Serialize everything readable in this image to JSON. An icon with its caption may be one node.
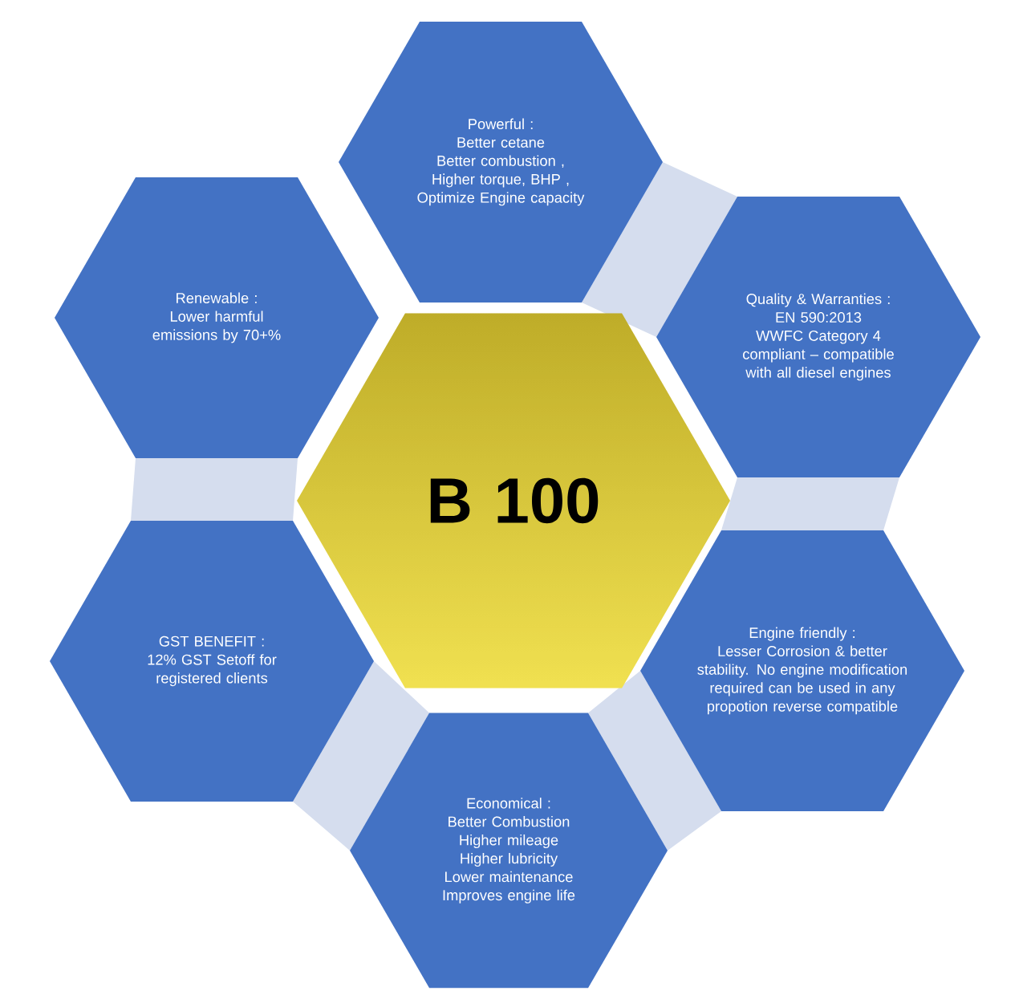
{
  "diagram": {
    "nodes": [
      {
        "text": [
          "B 100"
        ]
      },
      {
        "text": [
          "Powerful :",
          "Better cetane",
          "Better combustion ,",
          "Higher torque, BHP ,",
          "Optimize Engine capacity"
        ]
      },
      {
        "text": [
          "Quality & Warranties :",
          "EN 590:2013",
          "WWFC Category 4 compliant – compatible with all diesel engines"
        ]
      },
      {
        "text": [
          "Engine friendly :",
          "Lesser Corrosion & better stability. No engine modification required can be used in any propotion reverse compatible"
        ]
      },
      {
        "text": [
          "Economical :",
          "Better Combustion",
          "Higher mileage",
          "Higher lubricity",
          "Lower maintenance",
          "Improves engine life"
        ]
      },
      {
        "text": [
          "GST BENEFIT :",
          "12% GST Setoff for registered clients"
        ]
      },
      {
        "text": [
          "Renewable :",
          "Lower harmful emissions by 70+%"
        ]
      }
    ]
  }
}
